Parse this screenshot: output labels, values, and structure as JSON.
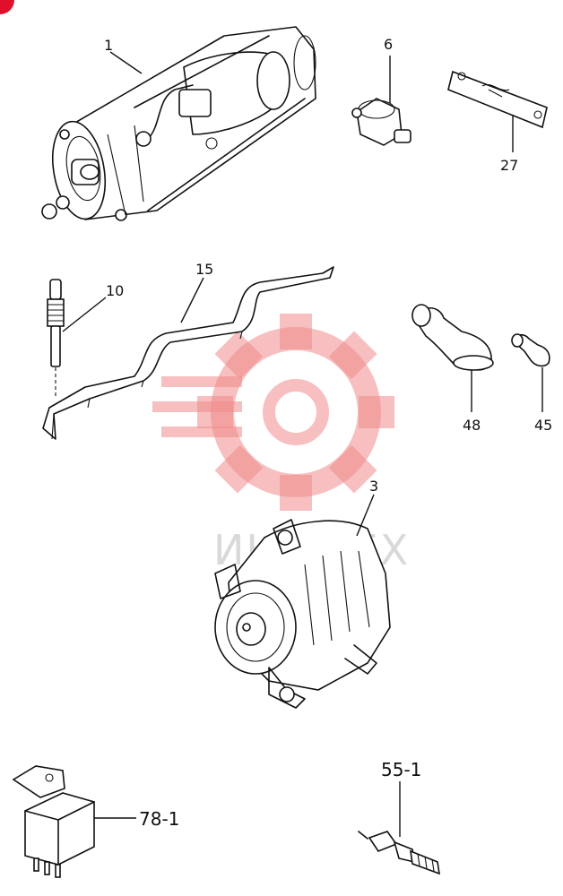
{
  "callouts": {
    "c1": "1",
    "c6": "6",
    "c27": "27",
    "c10": "10",
    "c15": "15",
    "c48": "48",
    "c45": "45",
    "c3": "3",
    "c78": "78-1",
    "c55": "55-1"
  },
  "watermark": {
    "text": "ИНЖТЕХ",
    "logo_color": "#f08a8a"
  },
  "colors": {
    "corner_badge": "#e0102a",
    "line": "#111111"
  }
}
